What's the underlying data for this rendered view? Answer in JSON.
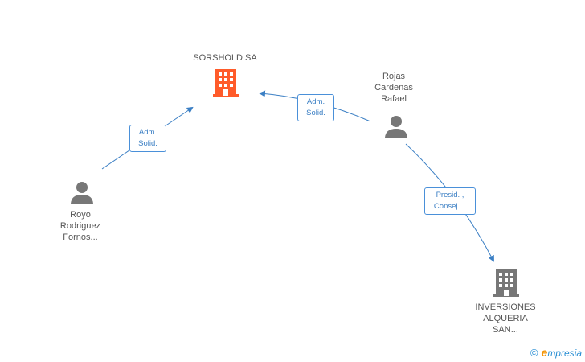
{
  "nodes": {
    "sorshold": {
      "label": "SORSHOLD SA",
      "type": "company",
      "color": "#ff5b2a"
    },
    "rojas": {
      "label": "Rojas\nCardenas\nRafael",
      "type": "person",
      "color": "#777777"
    },
    "royo": {
      "label": "Royo\nRodriguez\nFornos...",
      "type": "person",
      "color": "#777777"
    },
    "inversiones": {
      "label": "INVERSIONES\nALQUERIA\nSAN...",
      "type": "company",
      "color": "#777777"
    }
  },
  "edges": {
    "royo_sorshold": {
      "label": "Adm.\nSolid."
    },
    "rojas_sorshold": {
      "label": "Adm.\nSolid."
    },
    "rojas_inversiones": {
      "label": "Presid. ,\nConsej...."
    }
  },
  "colors": {
    "edge": "#3b7fc4"
  },
  "brand": {
    "copyright": "©",
    "initial": "e",
    "name": "mpresia"
  }
}
